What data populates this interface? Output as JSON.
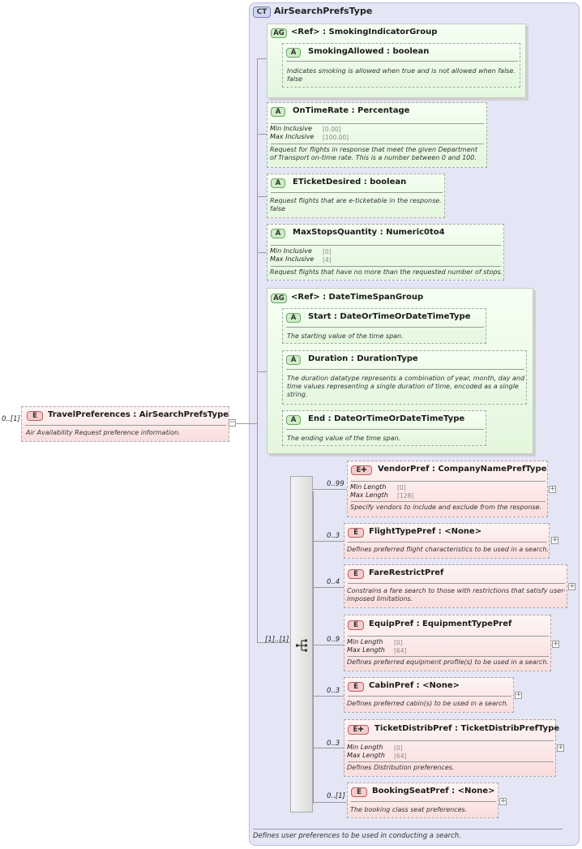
{
  "complex_type": {
    "badge": "CT",
    "name": "AirSearchPrefsType",
    "description": "Defines user preferences to be used in conducting a search."
  },
  "root": {
    "badge": "E",
    "occurs": "0..[1]",
    "title": "TravelPreferences : AirSearchPrefsType",
    "description": "Air Availability Request preference information."
  },
  "smoking_group": {
    "badge": "AG",
    "title": "<Ref>     : SmokingIndicatorGroup",
    "attr": {
      "badge": "A",
      "title": "SmokingAllowed : boolean",
      "description": "Indicates smoking is allowed when true and is not allowed when false. false"
    }
  },
  "on_time_rate": {
    "badge": "A",
    "title": "OnTimeRate : Percentage",
    "facets": [
      {
        "name": "Min Inclusive",
        "value": "[0.00]"
      },
      {
        "name": "Max Inclusive",
        "value": "[100.00]"
      }
    ],
    "description": "Request for flights in response that meet the given Department of Transport on-time rate. This is a number between 0 and 100."
  },
  "eticket": {
    "badge": "A",
    "title": "ETicketDesired : boolean",
    "description": "Request flights that are e-ticketable in the response. false"
  },
  "max_stops": {
    "badge": "A",
    "title": "MaxStopsQuantity : Numeric0to4",
    "facets": [
      {
        "name": "Min Inclusive",
        "value": "[0]"
      },
      {
        "name": "Max Inclusive",
        "value": "[4]"
      }
    ],
    "description": "Request flights that have no more than the requested number of stops."
  },
  "datetime_group": {
    "badge": "AG",
    "title": "<Ref>     : DateTimeSpanGroup",
    "start": {
      "badge": "A",
      "title": "Start       : DateOrTimeOrDateTimeType",
      "description": "The starting value of the time span."
    },
    "duration": {
      "badge": "A",
      "title": "Duration : DurationType",
      "description": "The duration datatype represents a combination of year, month, day and time values representing a single duration of time, encoded as a single string."
    },
    "end": {
      "badge": "A",
      "title": "End         : DateOrTimeOrDateTimeType",
      "description": "The ending value of the time span."
    }
  },
  "sequence": {
    "occurs": "[1]..[1]"
  },
  "children": [
    {
      "badge": "E✚",
      "occurs": "0..99",
      "title": "VendorPref : CompanyNamePrefType",
      "facets": [
        {
          "name": "Min Length",
          "value": "[0]"
        },
        {
          "name": "Max Length",
          "value": "[128]"
        }
      ],
      "description": "Specify vendors to include and exclude from the response."
    },
    {
      "badge": "E",
      "occurs": "0..3",
      "title": "FlightTypePref : <None>",
      "description": "Defines preferred flight characteristics to be used in a search."
    },
    {
      "badge": "E",
      "occurs": "0..4",
      "title": "FareRestrictPref",
      "description": "Constrains a fare search to those with restrictions that satisfy user-imposed limitations."
    },
    {
      "badge": "E",
      "occurs": "0..9",
      "title": "EquipPref : EquipmentTypePref",
      "facets": [
        {
          "name": "Min Length",
          "value": "[0]"
        },
        {
          "name": "Max Length",
          "value": "[64]"
        }
      ],
      "description": "Defines preferred equipment profile(s) to be used in a search."
    },
    {
      "badge": "E",
      "occurs": "0..3",
      "title": "CabinPref : <None>",
      "description": "Defines preferred  cabin(s) to be used in a search."
    },
    {
      "badge": "E✚",
      "occurs": "0..3",
      "title": "TicketDistribPref : TicketDistribPrefType",
      "facets": [
        {
          "name": "Min Length",
          "value": "[0]"
        },
        {
          "name": "Max Length",
          "value": "[64]"
        }
      ],
      "description": "Defines Distribution preferences."
    },
    {
      "badge": "E",
      "occurs": "0..[1]",
      "title": "BookingSeatPref : <None>",
      "description": "The booking class seat preferences."
    }
  ]
}
